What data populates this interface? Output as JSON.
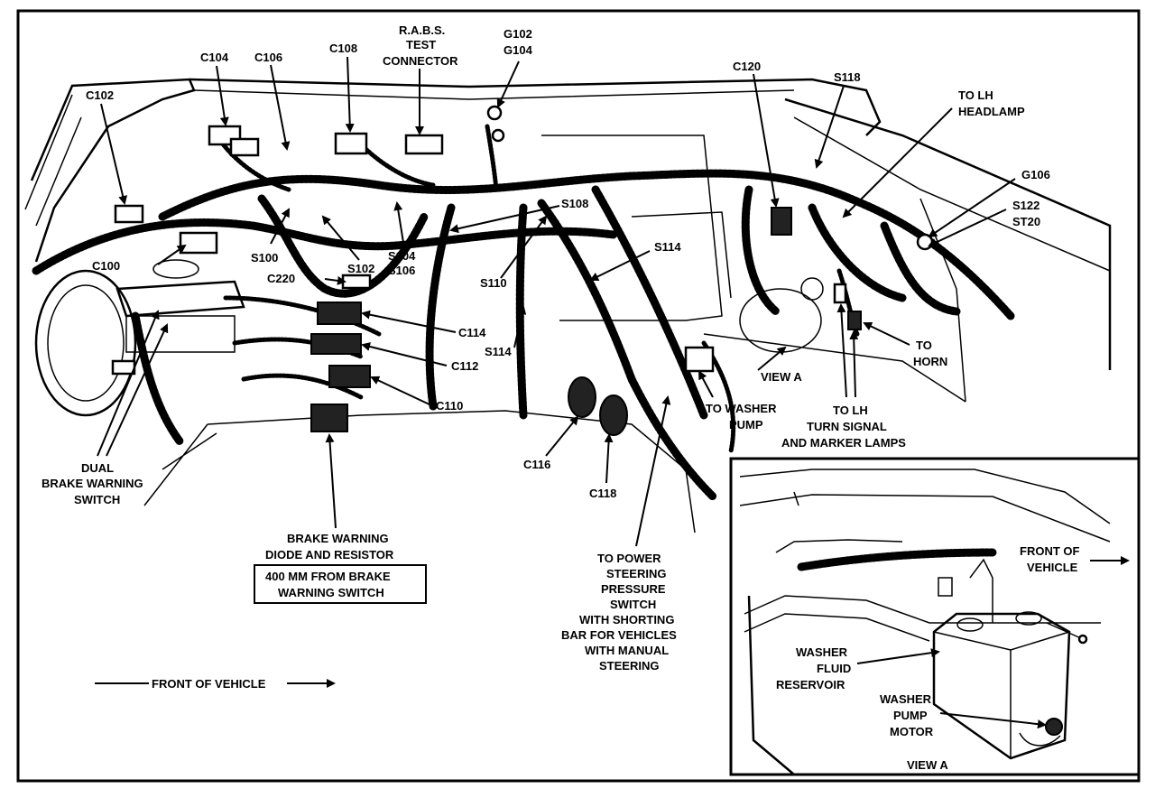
{
  "labels": {
    "c102": "C102",
    "c104": "C104",
    "c106": "C106",
    "c108": "C108",
    "rabs_line1": "R.A.B.S.",
    "rabs_line2": "TEST",
    "rabs_line3": "CONNECTOR",
    "g102": "G102",
    "g104": "G104",
    "c120": "C120",
    "s118": "S118",
    "lh_headlamp_line1": "TO LH",
    "lh_headlamp_line2": "HEADLAMP",
    "g106": "G106",
    "s122": "S122",
    "st20": "ST20",
    "c100": "C100",
    "s100": "S100",
    "s102": "S102",
    "s104": "S104",
    "s106": "S106",
    "s108": "S108",
    "s114a": "S114",
    "c220": "C220",
    "s110": "S110",
    "s114b": "S114",
    "c114": "C114",
    "c112": "C112",
    "c110": "C110",
    "to_horn_line1": "TO",
    "to_horn_line2": "HORN",
    "view_a": "VIEW A",
    "washer_pump_line1": "TO WASHER",
    "washer_pump_line2": "PUMP",
    "turn_signal_line1": "TO LH",
    "turn_signal_line2": "TURN SIGNAL",
    "turn_signal_line3": "AND MARKER LAMPS",
    "dual_brake_line1": "DUAL",
    "dual_brake_line2": "BRAKE WARNING",
    "dual_brake_line3": "SWITCH",
    "c116": "C116",
    "c118": "C118",
    "brake_diode_line1": "BRAKE WARNING",
    "brake_diode_line2": "DIODE AND RESISTOR",
    "brake_box_line1": "400 MM FROM BRAKE",
    "brake_box_line2": "WARNING SWITCH",
    "ps_line1": "TO POWER",
    "ps_line2": "STEERING",
    "ps_line3": "PRESSURE",
    "ps_line4": "SWITCH",
    "ps_line5": "WITH SHORTING",
    "ps_line6": "BAR FOR VEHICLES",
    "ps_line7": "WITH MANUAL",
    "ps_line8": "STEERING",
    "front_main": "FRONT OF VEHICLE",
    "inset_front_line1": "FRONT OF",
    "inset_front_line2": "VEHICLE",
    "washer_res_line1": "WASHER",
    "washer_res_line2": "FLUID",
    "washer_res_line3": "RESERVOIR",
    "washer_motor_line1": "WASHER",
    "washer_motor_line2": "PUMP",
    "washer_motor_line3": "MOTOR",
    "inset_view_a": "VIEW A"
  }
}
